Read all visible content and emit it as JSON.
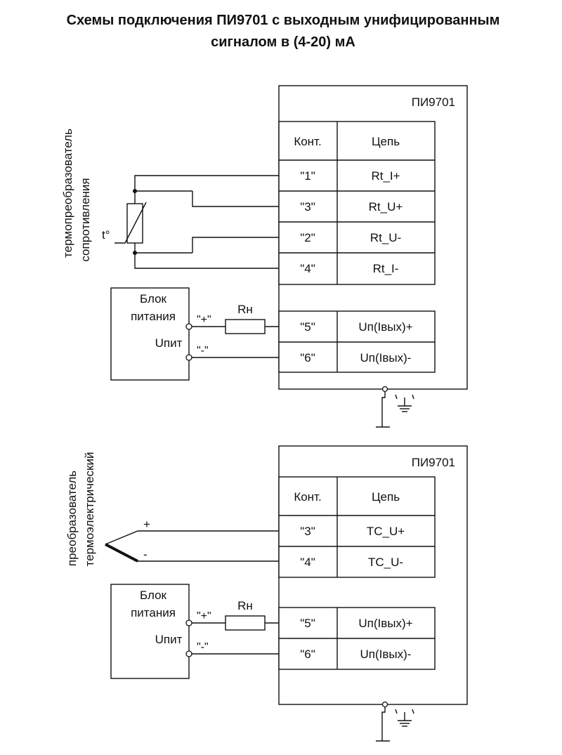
{
  "title_line1": "Схемы подключения ПИ9701 с выходным унифицированным",
  "title_line2": "сигналом в (4-20) мА",
  "diagram1": {
    "device_name": "ПИ9701",
    "table_header": {
      "contact": "Конт.",
      "circuit": "Цепь"
    },
    "sensor_rows": [
      {
        "contact": "\"1\"",
        "circuit": "Rt_I+"
      },
      {
        "contact": "\"3\"",
        "circuit": "Rt_U+"
      },
      {
        "contact": "\"2\"",
        "circuit": "Rt_U-"
      },
      {
        "contact": "\"4\"",
        "circuit": "Rt_I-"
      }
    ],
    "power_rows": [
      {
        "contact": "\"5\"",
        "circuit": "Uп(Iвых)+"
      },
      {
        "contact": "\"6\"",
        "circuit": "Uп(Iвых)-"
      }
    ],
    "sensor_label_line1": "термопреобразователь",
    "sensor_label_line2": "сопротивления",
    "temp_symbol": "t°",
    "power_block": {
      "line1": "Блок",
      "line2": "питания",
      "voltage": "Uпит",
      "plus": "\"+\"",
      "minus": "\"-\""
    },
    "resistor_label": "Rн"
  },
  "diagram2": {
    "device_name": "ПИ9701",
    "table_header": {
      "contact": "Конт.",
      "circuit": "Цепь"
    },
    "sensor_rows": [
      {
        "contact": "\"3\"",
        "circuit": "TC_U+"
      },
      {
        "contact": "\"4\"",
        "circuit": "TC_U-"
      }
    ],
    "power_rows": [
      {
        "contact": "\"5\"",
        "circuit": "Uп(Iвых)+"
      },
      {
        "contact": "\"6\"",
        "circuit": "Uп(Iвых)-"
      }
    ],
    "sensor_label_line1": "преобразователь",
    "sensor_label_line2": "термоэлектрический",
    "tc_plus": "+",
    "tc_minus": "-",
    "power_block": {
      "line1": "Блок",
      "line2": "питания",
      "voltage": "Uпит",
      "plus": "\"+\"",
      "minus": "\"-\""
    },
    "resistor_label": "Rн"
  }
}
